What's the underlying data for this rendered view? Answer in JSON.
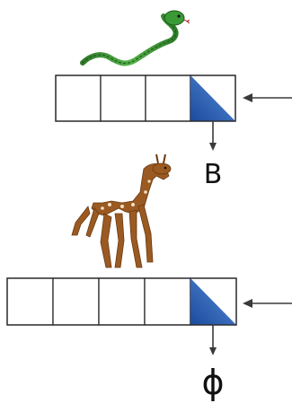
{
  "rows": [
    {
      "animal_icon": "snake-icon",
      "cell_count": 4,
      "output_letter": "B"
    },
    {
      "animal_icon": "giraffe-icon",
      "cell_count": 5,
      "output_letter": "ϕ"
    }
  ],
  "colors": {
    "shaded_cell_dark": "#1f4fa3",
    "shaded_cell_light": "#4f86d6",
    "snake_body": "#3f9a3a",
    "giraffe_body": "#9a5a22"
  }
}
